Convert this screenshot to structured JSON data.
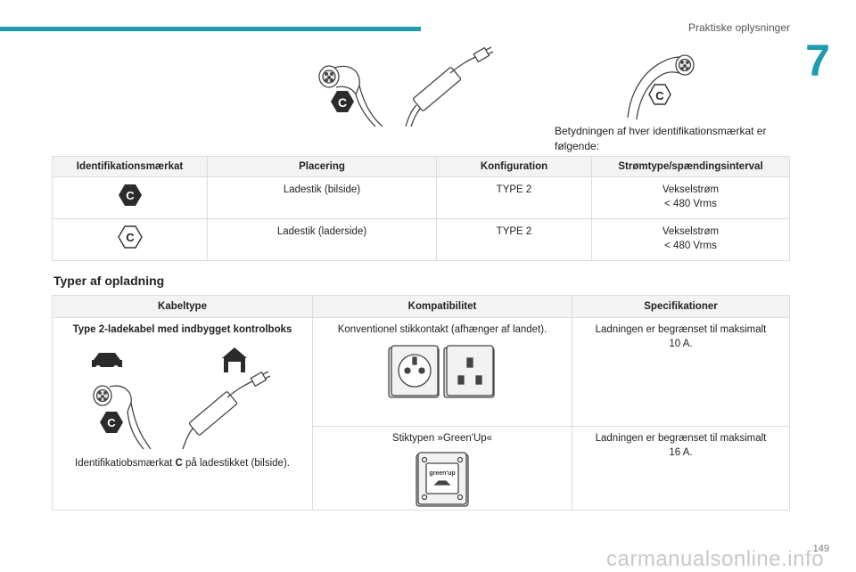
{
  "header": {
    "section": "Praktiske oplysninger",
    "chapter": "7"
  },
  "top_illustration": {
    "marker_left": "C",
    "marker_right": "C"
  },
  "meaning_text": "Betydningen af hver identifikationsmærkat er følgende:",
  "table1": {
    "headers": [
      "Identifikationsmærkat",
      "Placering",
      "Konfiguration",
      "Strømtype/spændingsinterval"
    ],
    "rows": [
      {
        "label": "C",
        "placering": "Ladestik (bilside)",
        "konfiguration": "TYPE 2",
        "strom1": "Vekselstrøm",
        "strom2": "< 480 Vrms"
      },
      {
        "label": "C",
        "placering": "Ladestik (laderside)",
        "konfiguration": "TYPE 2",
        "strom1": "Vekselstrøm",
        "strom2": "< 480 Vrms"
      }
    ]
  },
  "section_title": "Typer af opladning",
  "table2": {
    "headers": [
      "Kabeltype",
      "Kompatibilitet",
      "Specifikationer"
    ],
    "cable_type": "Type 2-ladekabel med indbygget kontrolboks",
    "cable_marker": "C",
    "cable_note_pre": "Identifikatiobsmærkat ",
    "cable_note_bold": "C",
    "cable_note_post": " på ladestikket (bilside).",
    "rows": [
      {
        "kompatibilitet": "Konventionel stikkontakt (afhænger af landet).",
        "spec1": "Ladningen er begrænset til maksimalt",
        "spec2": "10 A."
      },
      {
        "kompatibilitet": "Stiktypen »Green'Up«",
        "greenup_label": "green'up",
        "spec1": "Ladningen er begrænset til maksimalt",
        "spec2": "16 A."
      }
    ]
  },
  "footer": {
    "page": "149",
    "watermark": "carmanualsonline.info"
  },
  "colors": {
    "accent": "#1f9bb0",
    "hex_fill": "#2b2b2b",
    "line": "#555555"
  }
}
